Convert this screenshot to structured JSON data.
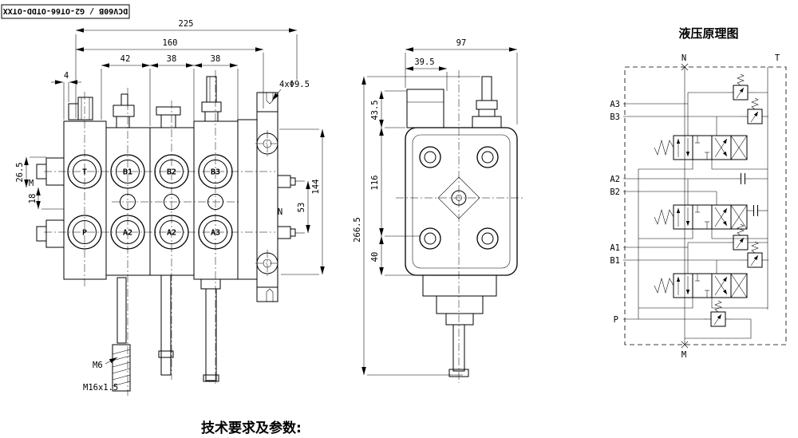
{
  "title_block": {
    "part_number": "DCV60B / G2-OT66-OTDD-OTXX"
  },
  "front_view": {
    "ports": {
      "top": [
        "T",
        "B1",
        "B2",
        "B3"
      ],
      "bottom": [
        "P",
        "A2",
        "A2",
        "A3"
      ]
    },
    "dims": {
      "d225": "225",
      "d160": "160",
      "d42": "42",
      "d38a": "38",
      "d38b": "38",
      "d4": "4",
      "d26_5": "26.5",
      "d18": "18",
      "d144": "144",
      "d53": "53",
      "m": "M",
      "n": "N",
      "holes": "4xΦ9.5",
      "m6": "M6",
      "m16": "M16x1.5"
    }
  },
  "side_view": {
    "dims": {
      "d97": "97",
      "d39_5": "39.5",
      "d43_5": "43.5",
      "d116": "116",
      "d266_5": "266.5",
      "d40": "40"
    }
  },
  "schematic": {
    "title": "液压原理图",
    "ports": {
      "n": "N",
      "t": "T",
      "a3": "A3",
      "b3": "B3",
      "a2": "A2",
      "b2": "B2",
      "a1": "A1",
      "b1": "B1",
      "p": "P",
      "m": "M"
    }
  },
  "footer": {
    "heading": "技术要求及参数:"
  }
}
